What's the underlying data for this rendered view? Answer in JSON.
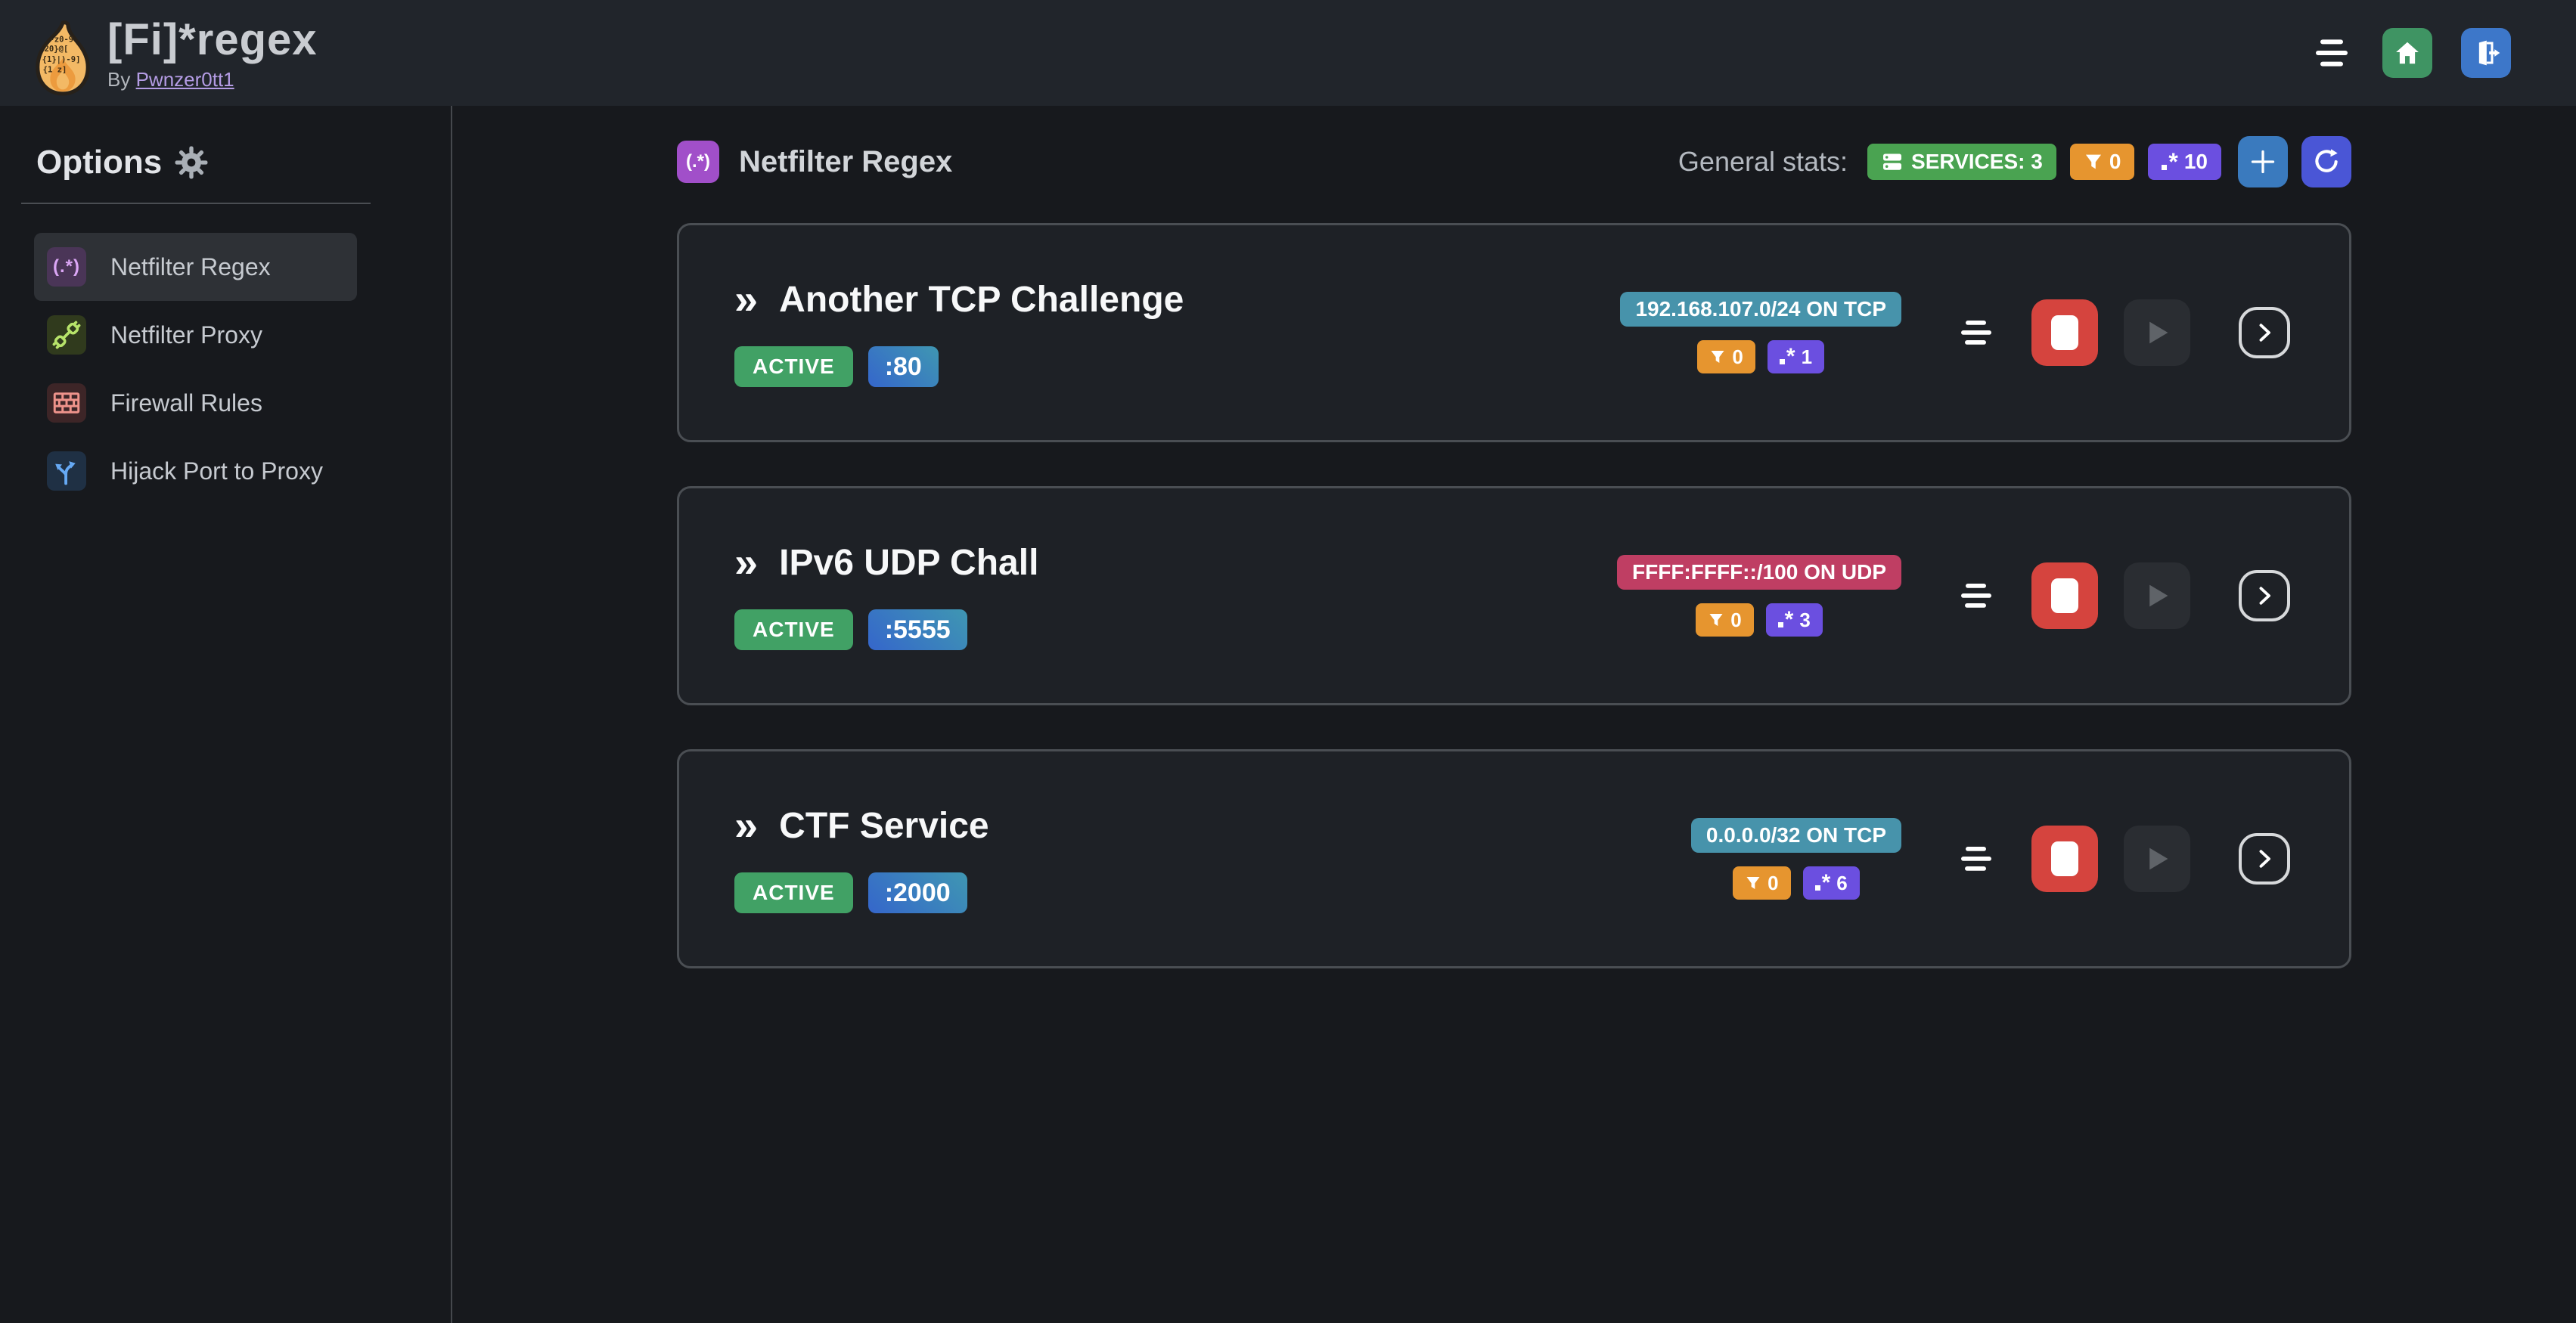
{
  "header": {
    "title": "[Fi]*regex",
    "byline_prefix": "By",
    "byline_link": "Pwnzer0tt1"
  },
  "sidebar": {
    "heading": "Options",
    "items": [
      {
        "label": "Netfilter Regex",
        "icon": "regex-icon",
        "icon_glyph": "(.*)",
        "selected": true
      },
      {
        "label": "Netfilter Proxy",
        "icon": "plug-icon",
        "selected": false
      },
      {
        "label": "Firewall Rules",
        "icon": "bricks-icon",
        "selected": false
      },
      {
        "label": "Hijack Port to Proxy",
        "icon": "fork-arrows-icon",
        "selected": false
      }
    ]
  },
  "main": {
    "section_title": "Netfilter Regex",
    "section_icon_glyph": "(.*)",
    "stats_label": "General stats:",
    "stats": {
      "services": "SERVICES: 3",
      "filtered": "0",
      "regexes": "10"
    },
    "services": [
      {
        "name": "Another TCP Challenge",
        "status": "ACTIVE",
        "port": ":80",
        "cidr": "192.168.107.0/24 ON TCP",
        "cidr_color": "#4793ab",
        "filtered": "0",
        "regexes": "1"
      },
      {
        "name": "IPv6 UDP Chall",
        "status": "ACTIVE",
        "port": ":5555",
        "cidr": "FFFF:FFFF::/100 ON UDP",
        "cidr_color": "#bf3e63",
        "filtered": "0",
        "regexes": "3"
      },
      {
        "name": "CTF Service",
        "status": "ACTIVE",
        "port": ":2000",
        "cidr": "0.0.0.0/32 ON TCP",
        "cidr_color": "#4793ab",
        "filtered": "0",
        "regexes": "6"
      }
    ]
  },
  "colors": {
    "accent_green": "#4aa351",
    "accent_orange": "#e6952f",
    "accent_purple": "#6b4fe0",
    "status_active_green": "#41a165",
    "port_gradient_start": "#3566cb",
    "port_gradient_end": "#3f97b2",
    "cidr_teal": "#4793ab",
    "cidr_pink": "#bf3e63",
    "stop_red": "#d5443e",
    "add_blue": "#3a7abe",
    "refresh_indigo": "#4a56d6",
    "home_green": "#3f9463",
    "logout_blue": "#3d77c9",
    "brand_link_purple": "#b49ce4"
  }
}
